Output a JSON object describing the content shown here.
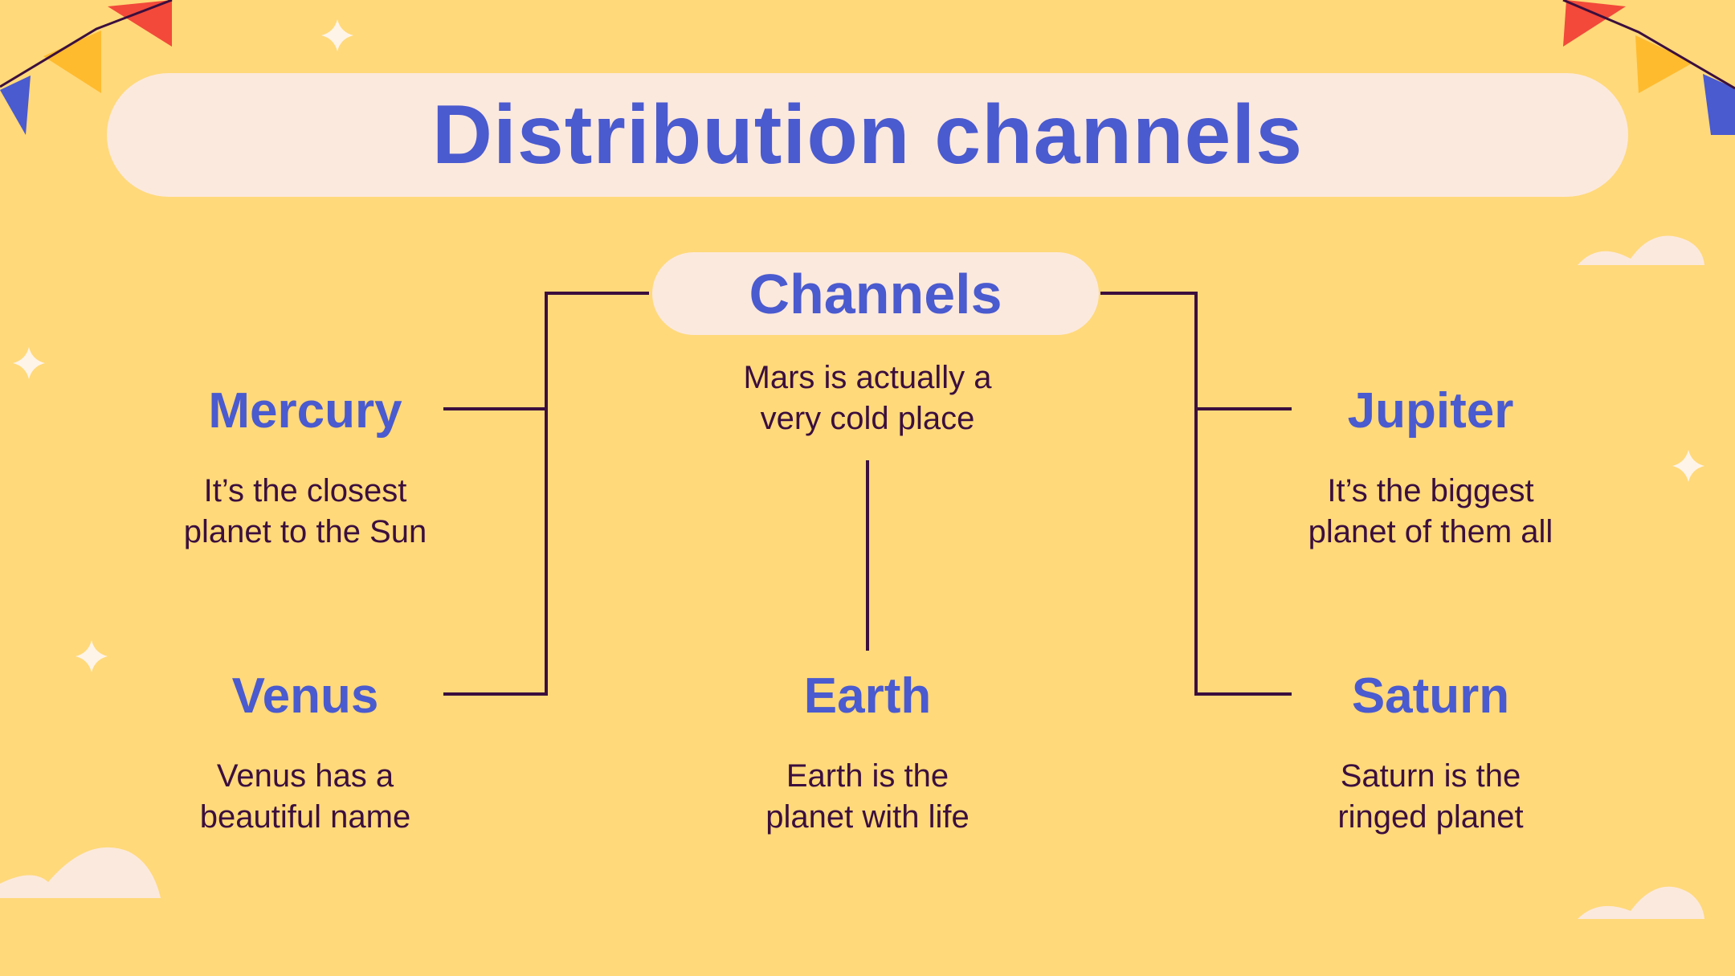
{
  "slide": {
    "title": "Distribution channels",
    "center": {
      "title": "Channels",
      "description_line1": "Mars is actually a",
      "description_line2": "very cold place"
    },
    "nodes": [
      {
        "title": "Mercury",
        "line1": "It’s the closest",
        "line2": "planet to the Sun"
      },
      {
        "title": "Venus",
        "line1": "Venus has a",
        "line2": "beautiful name"
      },
      {
        "title": "Earth",
        "line1": "Earth is the",
        "line2": "planet with life"
      },
      {
        "title": "Jupiter",
        "line1": "It’s the biggest",
        "line2": "planet of them all"
      },
      {
        "title": "Saturn",
        "line1": "Saturn is the",
        "line2": "ringed planet"
      }
    ]
  },
  "colors": {
    "background": "#ffd97a",
    "pill": "#fce9dd",
    "accent_blue": "#4a5acf",
    "text_dark": "#3b0f3e",
    "flag_red": "#f2493a",
    "flag_yellow": "#ffbb2e",
    "flag_blue": "#4a5acf"
  }
}
